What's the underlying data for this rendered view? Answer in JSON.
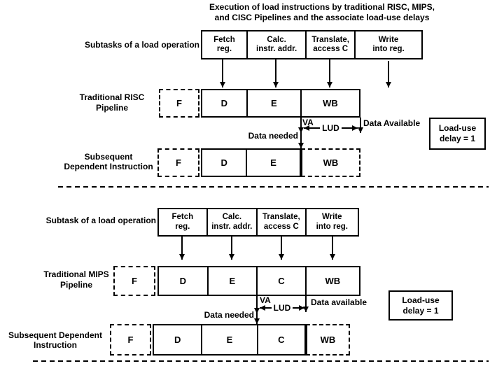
{
  "title": {
    "line1": "Execution of load instructions by traditional RISC, MIPS,",
    "line2": "and CISC Pipelines and the associate load-use delays"
  },
  "risc": {
    "section_label": "Subtasks of a load operation",
    "subtasks": [
      {
        "line1": "Fetch",
        "line2": "reg."
      },
      {
        "line1": "Calc.",
        "line2": "instr. addr."
      },
      {
        "line1": "Translate,",
        "line2": "access C"
      },
      {
        "line1": "Write",
        "line2": "into reg."
      }
    ],
    "pipeline_label": {
      "line1": "Traditional RISC",
      "line2": "Pipeline"
    },
    "pipeline_stages": {
      "f": "F",
      "d": "D",
      "e": "E",
      "wb": "WB"
    },
    "annotations": {
      "va": "VA",
      "lud": "LUD",
      "data_available": "Data Available",
      "data_needed": "Data needed",
      "delay_box": {
        "line1": "Load-use",
        "line2": "delay = 1"
      }
    },
    "subsequent_label": {
      "line1": "Subsequent",
      "line2": "Dependent Instruction"
    },
    "subsequent_stages": {
      "f": "F",
      "d": "D",
      "e": "E",
      "wb": "WB"
    }
  },
  "mips": {
    "section_label": "Subtask of a load operation",
    "subtasks": [
      {
        "line1": "Fetch",
        "line2": "reg."
      },
      {
        "line1": "Calc.",
        "line2": "instr. addr."
      },
      {
        "line1": "Translate,",
        "line2": "access C"
      },
      {
        "line1": "Write",
        "line2": "into reg."
      }
    ],
    "pipeline_label": {
      "line1": "Traditional MIPS",
      "line2": "Pipeline"
    },
    "pipeline_stages": {
      "f": "F",
      "d": "D",
      "e": "E",
      "c": "C",
      "wb": "WB"
    },
    "annotations": {
      "va": "VA",
      "lud": "LUD",
      "data_available": "Data available",
      "data_needed": "Data needed",
      "delay_box": {
        "line1": "Load-use",
        "line2": "delay = 1"
      }
    },
    "subsequent_label": {
      "line1": "Subsequent Dependent",
      "line2": "Instruction"
    },
    "subsequent_stages": {
      "f": "F",
      "d": "D",
      "e": "E",
      "c": "C",
      "wb": "WB"
    }
  },
  "colors": {
    "ink": "#000000",
    "background": "#ffffff"
  }
}
